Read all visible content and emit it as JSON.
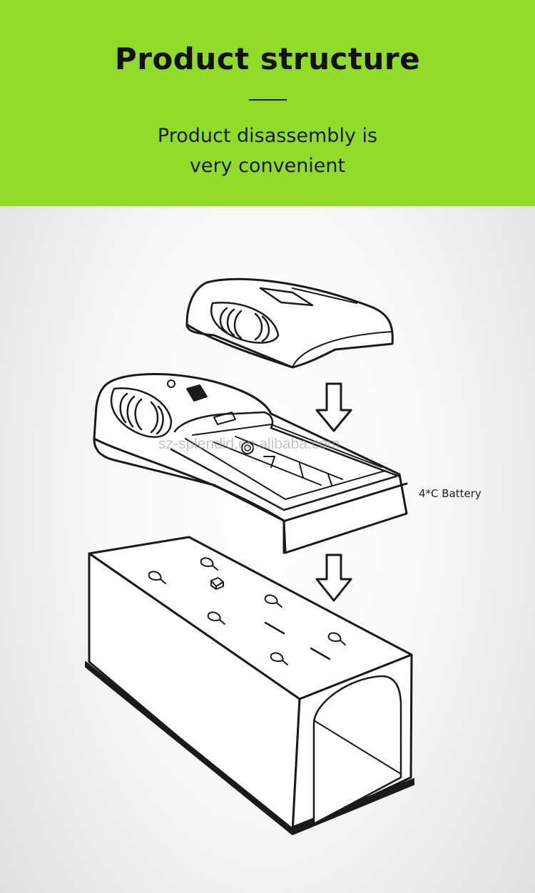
{
  "header": {
    "title": "Product structure",
    "subtitle_lines": [
      "Product disassembly is",
      "very convenient"
    ],
    "background": "#90dc28"
  },
  "diagram": {
    "labels": {
      "battery": "4*C Battery"
    },
    "watermark": "sz-splendid.en.alibaba.com",
    "parts": [
      "top-cover",
      "battery-compartment",
      "trap-base"
    ],
    "stroke_color": "#1a1a1a"
  }
}
